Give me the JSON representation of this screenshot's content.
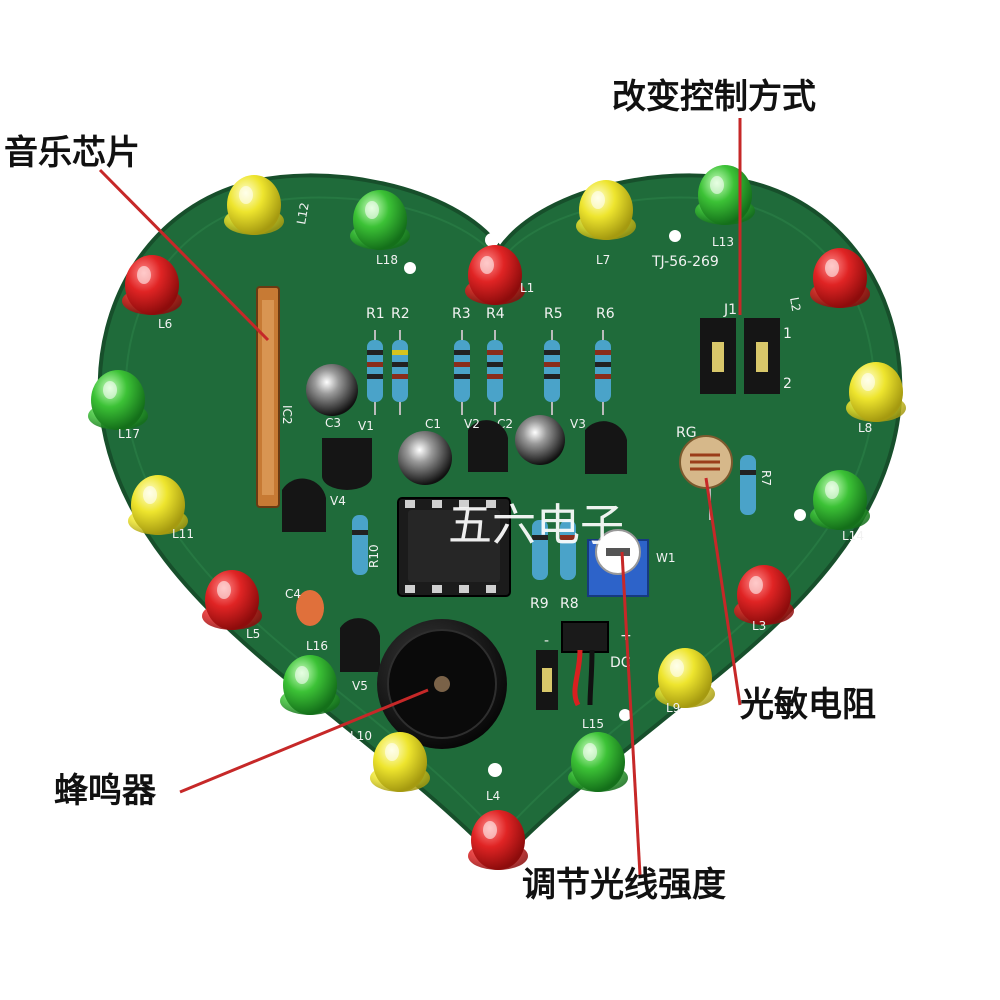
{
  "callouts": {
    "music_chip": "音乐芯片",
    "change_control_mode": "改变控制方式",
    "photoresistor": "光敏电阻",
    "buzzer": "蜂鸣器",
    "adjust_light_intensity": "调节光线强度"
  },
  "watermark": "五六电子",
  "board": {
    "model": "TJ-56-269",
    "pcb_color": "#1f6b3a",
    "silkscreen_labels": {
      "ic2": "IC2",
      "c3": "C3",
      "c1": "C1",
      "c2": "C2",
      "c4": "C4",
      "r1": "R1",
      "r2": "R2",
      "r3": "R3",
      "r4": "R4",
      "r5": "R5",
      "r6": "R6",
      "r7": "R7",
      "r8": "R8",
      "r9": "R9",
      "r10": "R10",
      "v1": "V1",
      "v2": "V2",
      "v3": "V3",
      "v4": "V4",
      "v5": "V5",
      "j1": "J1",
      "j1_pin1": "1",
      "j1_pin2": "2",
      "rg": "RG",
      "w1": "W1",
      "dc": "DC",
      "minus": "-",
      "plus": "+",
      "l1": "L1",
      "l2": "L2",
      "l3": "L3",
      "l4": "L4",
      "l5": "L5",
      "l6": "L6",
      "l7": "L7",
      "l8": "L8",
      "l9": "L9",
      "l10": "L10",
      "l11": "L11",
      "l12": "L12",
      "l13": "L13",
      "l14": "L14",
      "l15": "L15",
      "l16": "L16",
      "l17": "L17",
      "l18": "L18"
    }
  },
  "colors": {
    "led_red": "#d81e1e",
    "led_yellow": "#e8e22a",
    "led_green": "#34b832",
    "callout_line": "#c62828"
  }
}
